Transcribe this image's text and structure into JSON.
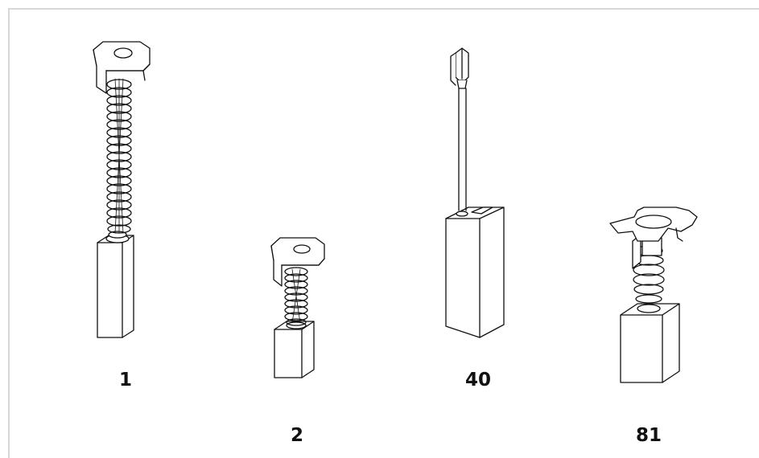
{
  "figure": {
    "items": [
      {
        "id": "brush-1",
        "label": "1"
      },
      {
        "id": "brush-2",
        "label": "2"
      },
      {
        "id": "brush-40",
        "label": "40"
      },
      {
        "id": "brush-81",
        "label": "81"
      }
    ],
    "colors": {
      "frame": "#d7d7d7",
      "ink": "#111111",
      "background": "#ffffff"
    }
  }
}
